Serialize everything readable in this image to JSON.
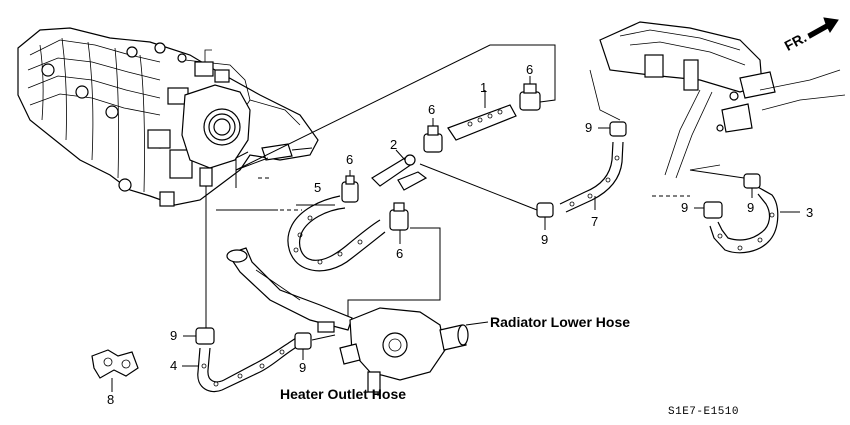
{
  "callouts": {
    "part_1": "1",
    "part_2": "2",
    "part_3": "3",
    "part_4": "4",
    "part_5": "5",
    "part_6a": "6",
    "part_6b": "6",
    "part_6c": "6",
    "part_6d": "6",
    "part_7": "7",
    "part_8": "8",
    "part_9a": "9",
    "part_9b": "9",
    "part_9c": "9",
    "part_9d": "9",
    "part_9e": "9",
    "part_9f": "9"
  },
  "labels": {
    "radiator_lower_hose": "Radiator Lower Hose",
    "heater_outlet_hose": "Heater Outlet Hose",
    "front_arrow": "FR.",
    "diagram_code": "S1E7-E1510"
  },
  "icons": {
    "front_arrow": "front-direction-arrow-icon"
  }
}
